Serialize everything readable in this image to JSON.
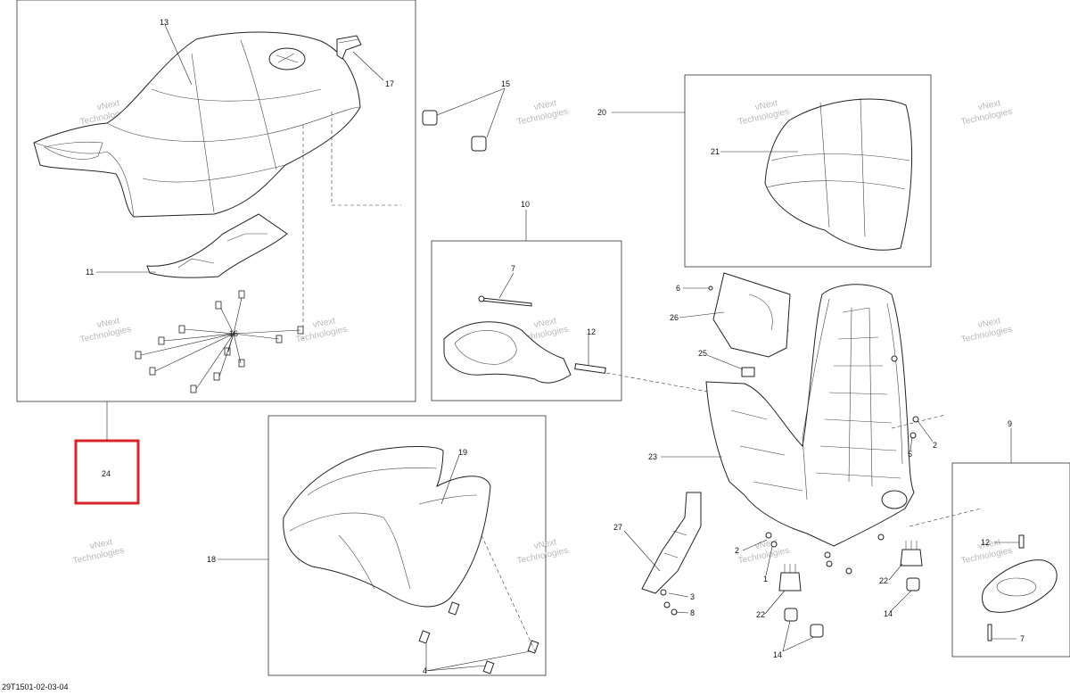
{
  "diagram": {
    "drawing_code": "29T1501-02-03-04",
    "watermark": {
      "line1": "vNext",
      "line2": "Technologies"
    },
    "highlight_color": "#d9252a",
    "callouts": [
      {
        "id": "c13",
        "text": "13"
      },
      {
        "id": "c17",
        "text": "17"
      },
      {
        "id": "c15",
        "text": "15"
      },
      {
        "id": "c20",
        "text": "20"
      },
      {
        "id": "c21",
        "text": "21"
      },
      {
        "id": "c11",
        "text": "11"
      },
      {
        "id": "c16",
        "text": "16"
      },
      {
        "id": "c10",
        "text": "10"
      },
      {
        "id": "c7a",
        "text": "7"
      },
      {
        "id": "c12a",
        "text": "12"
      },
      {
        "id": "c6",
        "text": "6"
      },
      {
        "id": "c26",
        "text": "26"
      },
      {
        "id": "c25",
        "text": "25"
      },
      {
        "id": "c23",
        "text": "23"
      },
      {
        "id": "c2a",
        "text": "2"
      },
      {
        "id": "c5",
        "text": "5"
      },
      {
        "id": "c9",
        "text": "9"
      },
      {
        "id": "c24",
        "text": "24"
      },
      {
        "id": "c19",
        "text": "19"
      },
      {
        "id": "c18",
        "text": "18"
      },
      {
        "id": "c4",
        "text": "4"
      },
      {
        "id": "c27",
        "text": "27"
      },
      {
        "id": "c3",
        "text": "3"
      },
      {
        "id": "c8",
        "text": "8"
      },
      {
        "id": "c2b",
        "text": "2"
      },
      {
        "id": "c1",
        "text": "1"
      },
      {
        "id": "c22a",
        "text": "22"
      },
      {
        "id": "c14a",
        "text": "14"
      },
      {
        "id": "c22b",
        "text": "22"
      },
      {
        "id": "c14b",
        "text": "14"
      },
      {
        "id": "c12b",
        "text": "12"
      },
      {
        "id": "c7b",
        "text": "7"
      }
    ]
  }
}
